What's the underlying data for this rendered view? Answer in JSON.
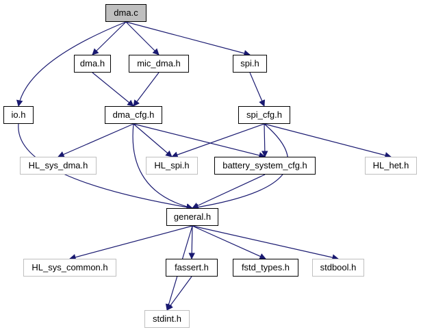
{
  "colors": {
    "edge": "#191970",
    "root_fill": "#bfbfbf",
    "external_border": "#bfbfbf",
    "internal_border": "#000000"
  },
  "nodes": {
    "dma_c": "dma.c",
    "dma_h": "dma.h",
    "mic_dma_h": "mic_dma.h",
    "spi_h": "spi.h",
    "io_h": "io.h",
    "dma_cfg_h": "dma_cfg.h",
    "spi_cfg_h": "spi_cfg.h",
    "hl_sys_dma_h": "HL_sys_dma.h",
    "hl_spi_h": "HL_spi.h",
    "battery_system_cfg_h": "battery_system_cfg.h",
    "hl_het_h": "HL_het.h",
    "general_h": "general.h",
    "hl_sys_common_h": "HL_sys_common.h",
    "fassert_h": "fassert.h",
    "fstd_types_h": "fstd_types.h",
    "stdbool_h": "stdbool.h",
    "stdint_h": "stdint.h"
  },
  "edges": [
    [
      "dma_c",
      "dma_h"
    ],
    [
      "dma_c",
      "mic_dma_h"
    ],
    [
      "dma_c",
      "spi_h"
    ],
    [
      "dma_c",
      "io_h"
    ],
    [
      "dma_h",
      "dma_cfg_h"
    ],
    [
      "mic_dma_h",
      "dma_cfg_h"
    ],
    [
      "spi_h",
      "spi_cfg_h"
    ],
    [
      "io_h",
      "general_h"
    ],
    [
      "dma_cfg_h",
      "hl_sys_dma_h"
    ],
    [
      "dma_cfg_h",
      "hl_spi_h"
    ],
    [
      "dma_cfg_h",
      "battery_system_cfg_h"
    ],
    [
      "dma_cfg_h",
      "general_h"
    ],
    [
      "spi_cfg_h",
      "hl_spi_h"
    ],
    [
      "spi_cfg_h",
      "battery_system_cfg_h"
    ],
    [
      "spi_cfg_h",
      "hl_het_h"
    ],
    [
      "spi_cfg_h",
      "general_h"
    ],
    [
      "battery_system_cfg_h",
      "general_h"
    ],
    [
      "general_h",
      "hl_sys_common_h"
    ],
    [
      "general_h",
      "fassert_h"
    ],
    [
      "general_h",
      "fstd_types_h"
    ],
    [
      "general_h",
      "stdbool_h"
    ],
    [
      "general_h",
      "stdint_h"
    ],
    [
      "fassert_h",
      "stdint_h"
    ]
  ]
}
